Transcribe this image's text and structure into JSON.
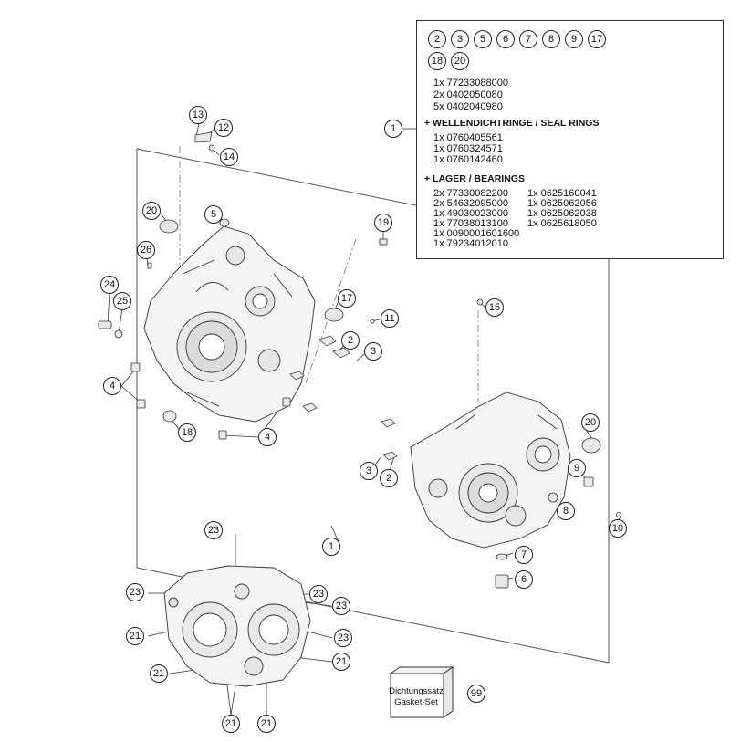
{
  "legend": {
    "circle_refs": [
      "2",
      "3",
      "5",
      "6",
      "7",
      "8",
      "9",
      "17",
      "18",
      "20"
    ],
    "parts_lines": [
      "1x 77233088000",
      "2x 0402050080",
      "5x 0402040980"
    ],
    "seal_rings_heading": "+ WELLENDICHTRINGE / SEAL RINGS",
    "seal_rings": [
      "1x 0760405561",
      "1x 0760324571",
      "1x 0760142460"
    ],
    "bearings_heading": "+ LAGER / BEARINGS",
    "bearings_left": [
      "2x 77330082200",
      "2x 54632095000",
      "1x 49030023000",
      "1x 77038013100",
      "1x 0090001601600",
      "1x 79234012010"
    ],
    "bearings_right": [
      "1x 0625160041",
      "1x 0625062056",
      "1x 0625062038",
      "1x 0625618050"
    ]
  },
  "callouts": {
    "c1_legend": "1",
    "c1_bottom": "1",
    "c2a": "2",
    "c2b": "2",
    "c3a": "3",
    "c3b": "3",
    "c4a": "4",
    "c4b": "4",
    "c5": "5",
    "c6": "6",
    "c7": "7",
    "c8": "8",
    "c9": "9",
    "c10": "10",
    "c11": "11",
    "c12": "12",
    "c13": "13",
    "c14": "14",
    "c15": "15",
    "c17": "17",
    "c18": "18",
    "c19": "19",
    "c20a": "20",
    "c20b": "20",
    "c21a": "21",
    "c21b": "21",
    "c21c": "21",
    "c21d": "21",
    "c21e": "21",
    "c23a": "23",
    "c23b": "23",
    "c23c": "23",
    "c23d": "23",
    "c23e": "23",
    "c24": "24",
    "c25": "25",
    "c26": "26",
    "c99": "99"
  },
  "gasket": {
    "line1": "Dichtungssatz",
    "line2": "Gasket-Set"
  }
}
